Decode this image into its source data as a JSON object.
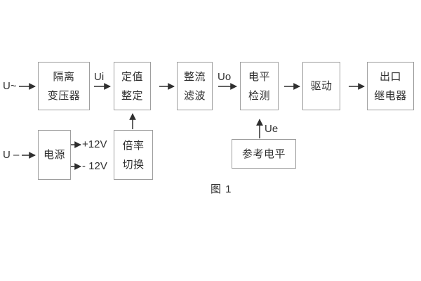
{
  "diagram": {
    "caption": "图 1",
    "inputs": {
      "ac": "U~",
      "dc": "U –"
    },
    "signals": {
      "ui": "Ui",
      "uo": "Uo",
      "ue": "Ue"
    },
    "rails": {
      "pos": "+12V",
      "neg": "- 12V"
    },
    "blocks": {
      "isolation_transformer": {
        "line1": "隔离",
        "line2": "变压器"
      },
      "setting_adjustment": {
        "line1": "定值",
        "line2": "整定"
      },
      "rectifier_filter": {
        "line1": "整流",
        "line2": "滤波"
      },
      "level_detection": {
        "line1": "电平",
        "line2": "检测"
      },
      "driver": {
        "line1": "驱动"
      },
      "output_relay": {
        "line1": "出口",
        "line2": "继电器"
      },
      "power_supply": {
        "line1": "电源"
      },
      "ratio_switch": {
        "line1": "倍率",
        "line2": "切换"
      },
      "reference_level": {
        "line1": "参考电平"
      }
    },
    "colors": {
      "background": "#ffffff",
      "border": "#9e9e9e",
      "line": "#2f2f2f",
      "text": "#2f2f2f"
    }
  }
}
